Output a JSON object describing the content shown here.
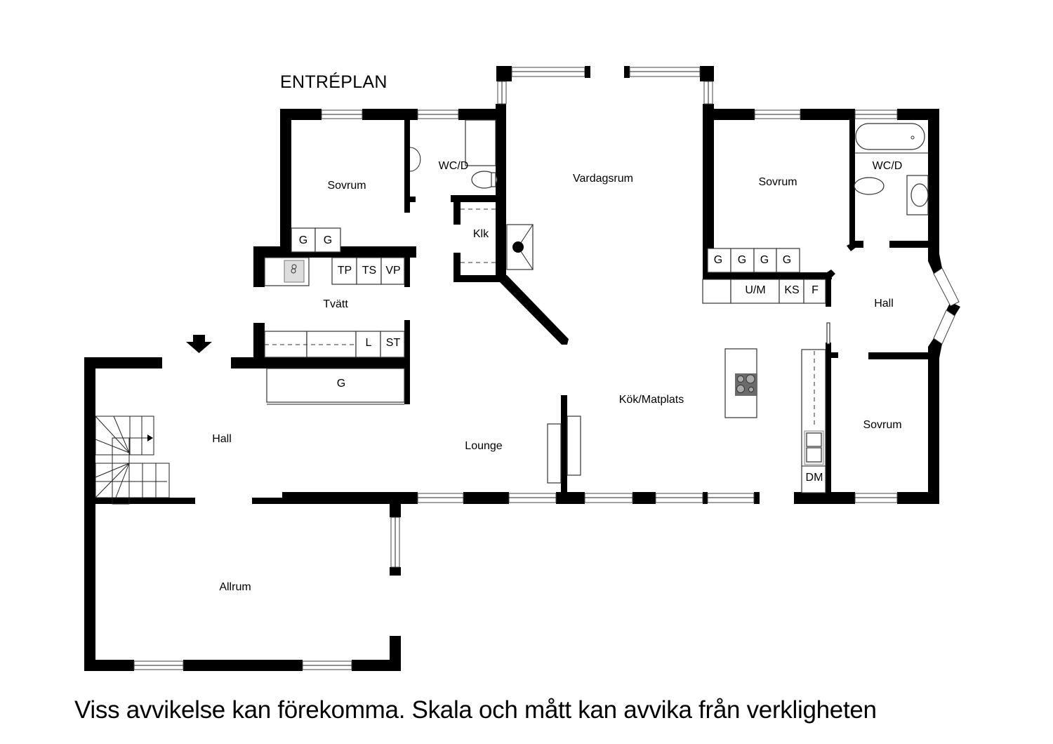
{
  "plan": {
    "title": "ENTRÉPLAN",
    "disclaimer": "Viss avvikelse kan förekomma. Skala och mått kan avvika från verkligheten",
    "colors": {
      "wall": "#000000",
      "background": "#ffffff",
      "stove": "#6b6b6b"
    }
  },
  "rooms": {
    "sovrum_nw": "Sovrum",
    "wcd_w": "WC/D",
    "klk": "Klk",
    "vardagsrum": "Vardagsrum",
    "sovrum_ne": "Sovrum",
    "wcd_e": "WC/D",
    "hall_e": "Hall",
    "tvatt": "Tvätt",
    "hall_w": "Hall",
    "lounge": "Lounge",
    "kok": "Kök/Matplats",
    "sovrum_se": "Sovrum",
    "allrum": "Allrum"
  },
  "fixtures": {
    "wardrobe_nw_1": "G",
    "wardrobe_nw_2": "G",
    "tp": "TP",
    "ts": "TS",
    "vp": "VP",
    "l": "L",
    "st": "ST",
    "wardrobe_hall": "G",
    "wardrobe_ne_1": "G",
    "wardrobe_ne_2": "G",
    "wardrobe_ne_3": "G",
    "wardrobe_ne_4": "G",
    "um": "U/M",
    "ks": "KS",
    "f": "F",
    "dm": "DM"
  },
  "icons": {
    "entrance": "entrance-arrow-icon",
    "stairs": "staircase-icon",
    "stove": "cooktop-icon",
    "fireplace": "fireplace-icon"
  }
}
